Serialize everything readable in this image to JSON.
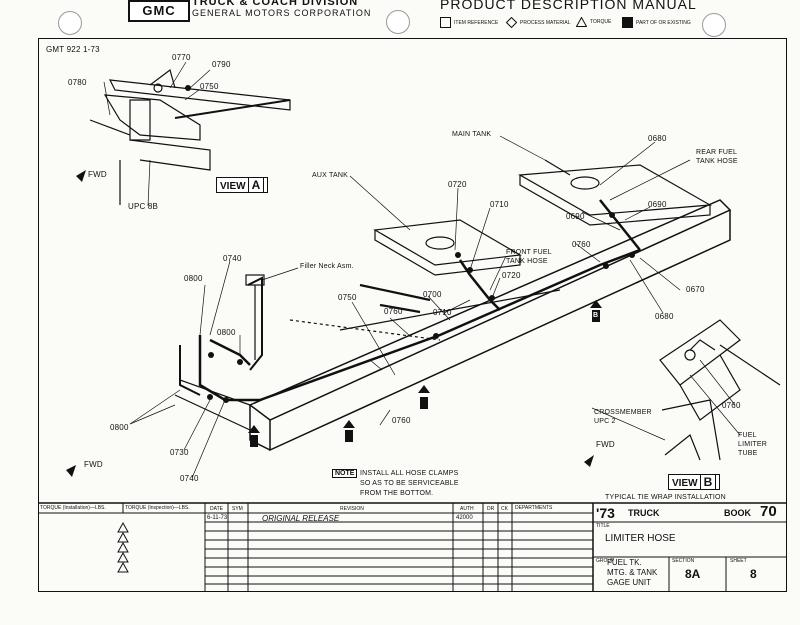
{
  "header": {
    "logo": "GMC",
    "division_line1": "TRUCK & COACH DIVISION",
    "division_line2": "GENERAL MOTORS CORPORATION",
    "manual_title": "PRODUCT DESCRIPTION MANUAL",
    "legend": [
      "ITEM REFERENCE",
      "PROCESS MATERIAL",
      "TORQUE",
      "PART OF OR EXISTING"
    ]
  },
  "drawing": {
    "doc_id": "GMT 922 1-73",
    "labels": {
      "p0770_top": "0770",
      "p0790": "0790",
      "p0780": "0780",
      "p0750_top": "0750",
      "fwd_top": "FWD",
      "upc8b": "UPC 8B",
      "view_a": "VIEW",
      "view_a_letter": "A",
      "main_tank": "MAIN TANK",
      "p0680_top": "0680",
      "rear_fuel_hose": "REAR FUEL\nTANK HOSE",
      "aux_tank": "AUX TANK",
      "p0720_mid": "0720",
      "p0710_mid": "0710",
      "p0690_right": "0690",
      "p0760_right": "0760",
      "front_fuel_hose": "FRONT FUEL\nTANK HOSE",
      "p0690_low": "0690",
      "p0670": "0670",
      "p0680_low": "0680",
      "p0740_top": "0740",
      "filler_neck": "Filler Neck Asm.",
      "p0800_top": "0800",
      "p0720_low": "0720",
      "p0700": "0700",
      "p0710_low": "0710",
      "p0750_mid": "0750",
      "p0760_mid": "0760",
      "p0800_mid": "0800",
      "p0800_left": "0800",
      "p0730": "0730",
      "p0740_low": "0740",
      "p0760_bottom": "0760",
      "fwd_low": "FWD",
      "fwd_right": "FWD",
      "crossmember": "CROSSMEMBER\nUPC 2",
      "p0760_viewb": "0760",
      "fuel_limiter": "FUEL\nLIMITER\nTUBE",
      "view_b": "VIEW",
      "view_b_letter": "B",
      "section_a": "A",
      "section_b": "B",
      "note_tag": "NOTE",
      "note_text": "INSTALL ALL HOSE CLAMPS\nSO AS TO BE SERVICEABLE\nFROM THE BOTTOM.",
      "tie_wrap": "TYPICAL TIE WRAP INSTALLATION"
    }
  },
  "title_block": {
    "torque_install": "TORQUE (Installation)—LBS.",
    "torque_inspect": "TORQUE (Inspection)—LBS.",
    "col_date": "DATE",
    "col_sym": "SYM",
    "col_revision": "REVISION",
    "col_auth": "AUTH",
    "col_dr": "DR",
    "col_ck": "CK",
    "col_dept": "DEPARTMENTS",
    "row1_date": "6-11-73",
    "row1_revision": "ORIGINAL RELEASE",
    "row1_auth": "42000",
    "year": "'73",
    "product": "TRUCK",
    "book_label": "BOOK",
    "book": "70",
    "title_label": "TITLE",
    "title": "LIMITER HOSE",
    "group_label": "GROUP",
    "group": "FUEL TK.\nMTG. & TANK\nGAGE UNIT",
    "section_label": "SECTION",
    "section": "8A",
    "sheet_label": "SHEET",
    "sheet": "8"
  }
}
